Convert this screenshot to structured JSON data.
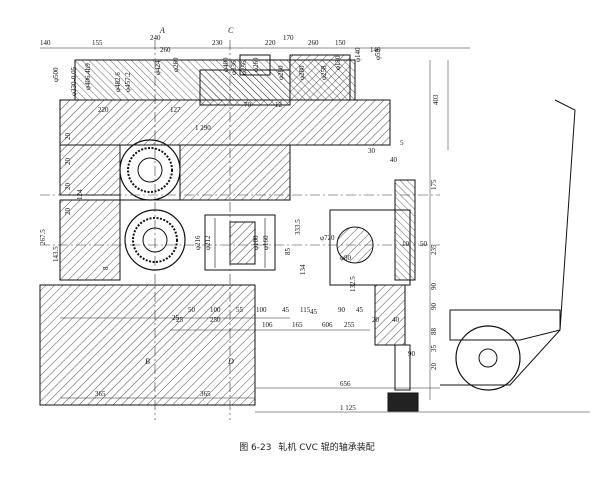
{
  "caption": {
    "figure_no": "图 6-23",
    "title": "轧机 CVC 辊的轴承装配"
  },
  "dimensions": {
    "top": [
      "140",
      "155",
      "240",
      "260",
      "230",
      "220",
      "170",
      "260",
      "150",
      "140"
    ],
    "top_diameters": [
      "φ500",
      "φ406.4h9",
      "φ330-0.05",
      "φ482.6",
      "φ457.2",
      "φ424",
      "φ260",
      "φ400",
      "φ336",
      "φ256",
      "φ260",
      "φ280",
      "φ280",
      "φ258",
      "φ130",
      "φ140",
      "φ59"
    ],
    "upper": [
      "220",
      "127",
      "70",
      "12",
      "1 290",
      "30",
      "40",
      "5",
      "403"
    ],
    "left": [
      "20",
      "20",
      "20",
      "20",
      "124",
      "267.5",
      "143.5",
      "8"
    ],
    "center": [
      "φ720",
      "φ216",
      "φ212",
      "φ100",
      "φ160",
      "φ80",
      "333.5",
      "85",
      "132.5",
      "134",
      "45",
      "25"
    ],
    "right": [
      "175",
      "235",
      "10",
      "50",
      "90",
      "90",
      "88",
      "35",
      "20"
    ],
    "bottom": [
      "50",
      "100",
      "55",
      "100",
      "45",
      "115",
      "90",
      "45",
      "25",
      "250",
      "106",
      "165",
      "606",
      "255",
      "20",
      "40",
      "90"
    ],
    "overall": [
      "365",
      "365",
      "656",
      "1 125"
    ]
  },
  "labels": {
    "section_a": "A",
    "section_b": "B",
    "section_c": "C",
    "section_d": "D"
  }
}
